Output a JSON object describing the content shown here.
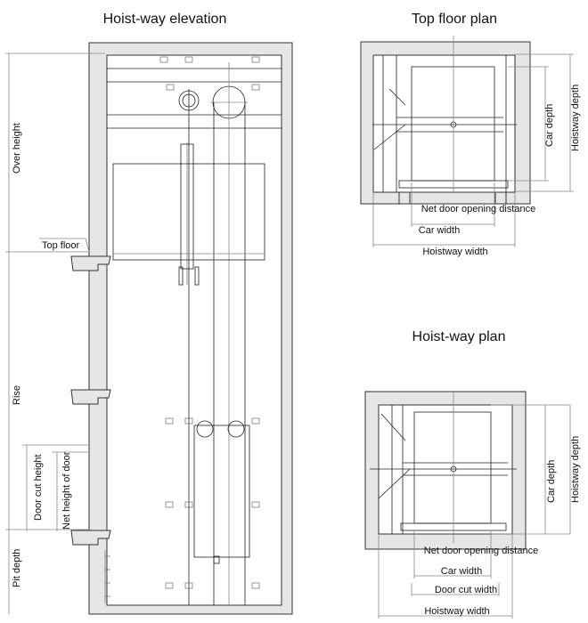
{
  "elevation": {
    "title": "Hoist-way elevation",
    "labels": {
      "over_height": "Over height",
      "top_floor": "Top floor",
      "rise": "Rise",
      "door_cut_height": "Door cut height",
      "net_height_of_door": "Net height of door",
      "pit_depth": "Pit depth"
    }
  },
  "top_floor_plan": {
    "title": "Top floor plan",
    "labels": {
      "net_door_opening": "Net door opening distance",
      "car_width": "Car width",
      "hoistway_width": "Hoistway width",
      "car_depth": "Car depth",
      "hoistway_depth": "Hoistway depth"
    }
  },
  "hoistway_plan": {
    "title": "Hoist-way plan",
    "labels": {
      "net_door_opening": "Net door opening distance",
      "car_width": "Car width",
      "door_cut_width": "Door cut width",
      "hoistway_width": "Hoistway width",
      "car_depth": "Car depth",
      "hoistway_depth": "Hoistway depth"
    }
  }
}
